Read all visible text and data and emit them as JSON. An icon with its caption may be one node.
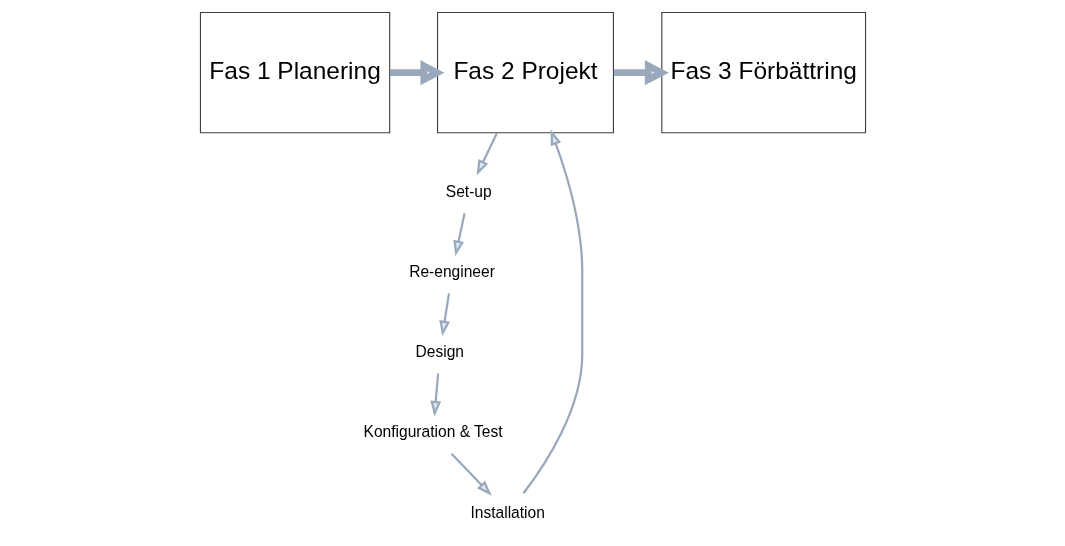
{
  "diagram": {
    "nodes": [
      {
        "text": [
          "Fas 1 Planering"
        ]
      },
      {
        "text": [
          "Fas 2 Projekt"
        ]
      },
      {
        "text": [
          "Fas 3 Förbättring"
        ]
      },
      {
        "text": [
          "Set-up"
        ]
      },
      {
        "text": [
          "Re-engineer"
        ]
      },
      {
        "text": [
          "Design"
        ]
      },
      {
        "text": [
          "Konfiguration & Test"
        ]
      },
      {
        "text": [
          "Installation"
        ]
      }
    ],
    "edges": [
      {
        "from": 0,
        "to": 1,
        "arrow": "to",
        "style": "thick"
      },
      {
        "from": 1,
        "to": 2,
        "arrow": "to",
        "style": "thick"
      },
      {
        "from": 1,
        "to": 3,
        "arrow": "to"
      },
      {
        "from": 3,
        "to": 4,
        "arrow": "to"
      },
      {
        "from": 4,
        "to": 5,
        "arrow": "to"
      },
      {
        "from": 5,
        "to": 6,
        "arrow": "to"
      },
      {
        "from": 6,
        "to": 7,
        "arrow": "to"
      },
      {
        "from": 7,
        "to": 1,
        "arrow": "to"
      }
    ]
  }
}
